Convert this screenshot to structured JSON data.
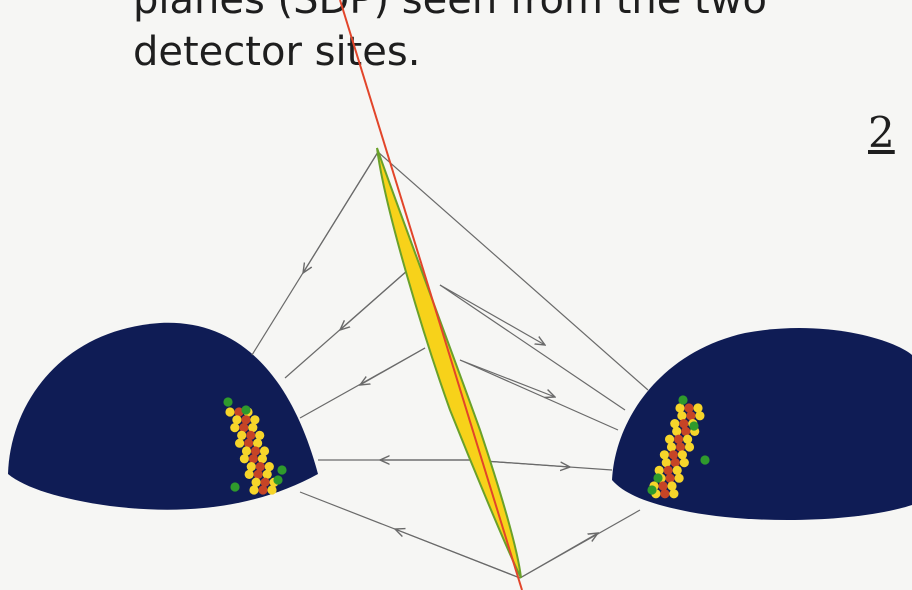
{
  "caption": {
    "line1": "planes (SDP) seen from the two",
    "line2": "detector sites."
  },
  "slide_number": "2",
  "colors": {
    "background": "#f6f6f4",
    "detector_fill": "#0f1c55",
    "shower_fill": "#f7d21a",
    "shower_edge": "#6aa12a",
    "shower_axis": "#e2452a",
    "ray": "#6a6a6a",
    "pmt_yellow": "#f6d52a",
    "pmt_red": "#c64426",
    "pmt_green": "#2f9a2c"
  }
}
